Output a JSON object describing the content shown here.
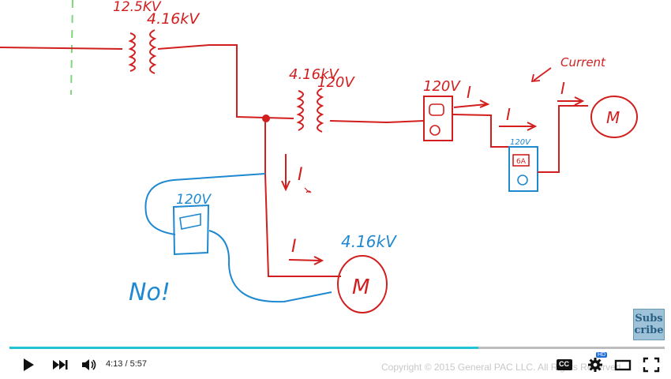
{
  "whiteboard": {
    "label_123kv": "12.5KV",
    "label_416kv_top": "4.16kV",
    "label_416kv_mid": "4.16kV",
    "label_120v_mid": "120V",
    "label_120v_breaker": "120V",
    "label_current_note": "Current",
    "label_i_1": "I",
    "label_i_2": "I",
    "label_i_3": "I",
    "label_i_down": "I",
    "label_120v_small": "120V",
    "label_6a": "6A",
    "label_m_right": "M",
    "label_120v_blue": "120V",
    "label_i_motor": "I",
    "label_416kv_motor": "4.16kV",
    "label_m_motor": "M",
    "label_no": "No!"
  },
  "subscribe": {
    "line1": "Subs",
    "line2": "cribe"
  },
  "player": {
    "progress_fraction": 0.716,
    "time_display": "4:13 / 5:57",
    "copyright": "Copyright © 2015 General PAC LLC. All Rights Reserved.",
    "cc_label": "CC",
    "hd_badge": "HD"
  },
  "colors": {
    "ink_red": "#d21e1e",
    "ink_blue": "#1e88d0",
    "progress": "#20c4d2"
  }
}
